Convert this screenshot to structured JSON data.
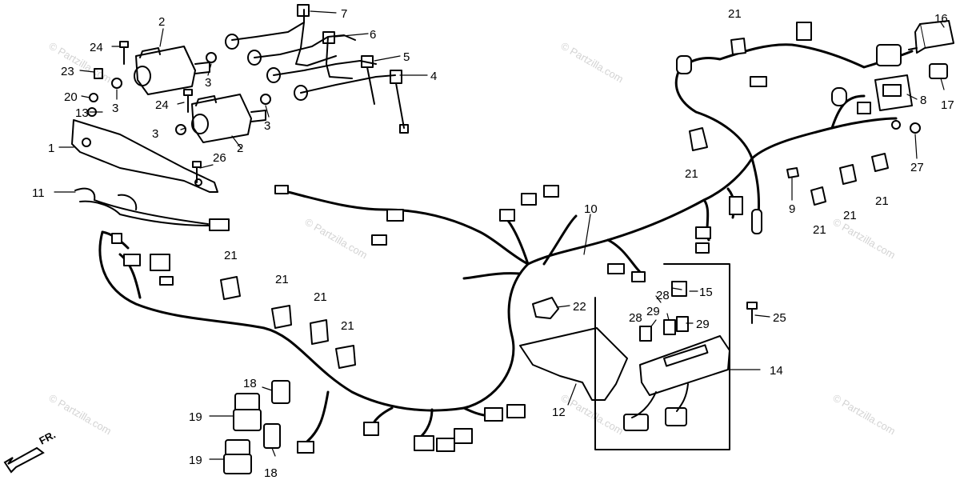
{
  "diagram": {
    "callouts": [
      "1",
      "2",
      "3",
      "4",
      "5",
      "6",
      "7",
      "8",
      "9",
      "10",
      "11",
      "12",
      "13",
      "14",
      "15",
      "16",
      "17",
      "18",
      "19",
      "20",
      "21",
      "22",
      "23",
      "24",
      "25",
      "26",
      "27",
      "28",
      "29"
    ],
    "front_marker": "FR.",
    "watermark": "© Partzilla.com"
  }
}
